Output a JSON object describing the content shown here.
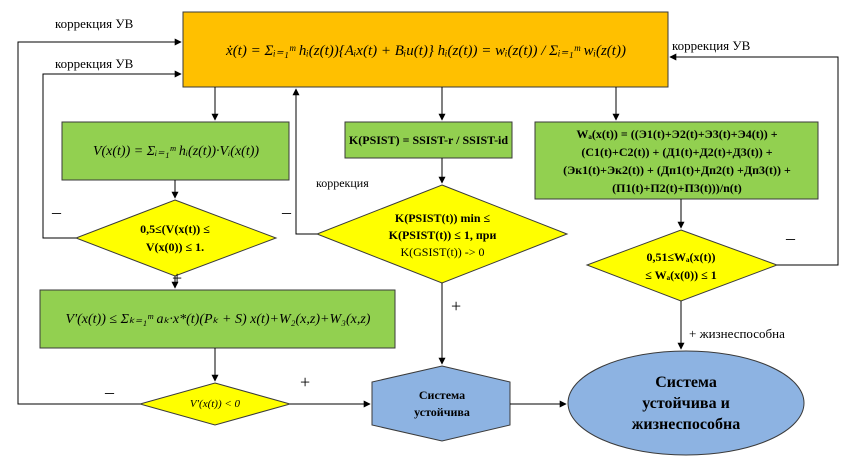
{
  "labels": {
    "corr_uv_top": "коррекция УВ",
    "corr_uv_left": "коррекция УВ",
    "corr_uv_right": "коррекция УВ",
    "corr_mid": "коррекция",
    "viable_plus": "+ жизнеспособна"
  },
  "signs": {
    "minus_left": "–",
    "minus_mid": "–",
    "minus_right": "–",
    "minus_bottom": "–",
    "plus_left": "+",
    "plus_mid": "+",
    "plus_bottom": "+"
  },
  "blocks": {
    "top_formula": "ẋ(t) = Σᵢ₌₁ᵐ hᵢ(z(t)){Aᵢx(t) + Bᵢu(t)} hᵢ(z(t)) = wᵢ(z(t)) / Σᵢ₌₁ᵐ wᵢ(z(t))",
    "lyap_formula": "V(x(t)) = Σᵢ₌₁ᵐ hᵢ(z(t))·Vᵢ(x(t))",
    "k_formula": "K(PSIST) = SSIST-r / SSIST-id",
    "w_formula_lines": [
      "Wₐ(x(t)) = ((Э1(t)+Э2(t)+Э3(t)+Э4(t)) +",
      "(С1(t)+С2(t)) + (Д1(t)+Д2(t)+Д3(t)) +",
      "(Эк1(t)+Эк2(t)) + (Дп1(t)+Дп2(t) +Дп3(t)) +",
      "(П1(t)+П2(t)+П3(t)))/n(t)"
    ],
    "deriv_formula": "V′(x(t)) ≤ Σₖ₌₁ᵐ aₖ·x*(t)(Pₖ + S) x(t)+W₂(x,z)+W₃(x,z)"
  },
  "decisions": {
    "v_check": [
      "0,5≤(V(x(t)) ≤",
      "V(x(0)) ≤ 1."
    ],
    "k_check": [
      "K(PSIST(t)) min ≤",
      "K(PSIST(t)) ≤ 1, при",
      "K(GSIST(t)) -> 0"
    ],
    "w_check": [
      "0,51≤Wₐ(x(t))",
      "≤ Wₐ(x(0)) ≤ 1"
    ],
    "vdot_check": "V′(x(t)) < 0"
  },
  "outcomes": {
    "stable_lines": [
      "Система",
      "устойчива"
    ],
    "final_lines": [
      "Система",
      "устойчива и",
      "жизнеспособна"
    ]
  },
  "colors": {
    "orange": "#FFC000",
    "green": "#92D050",
    "yellow": "#FFFF00",
    "blue": "#8DB3E2",
    "border": "#3A3A3A"
  }
}
